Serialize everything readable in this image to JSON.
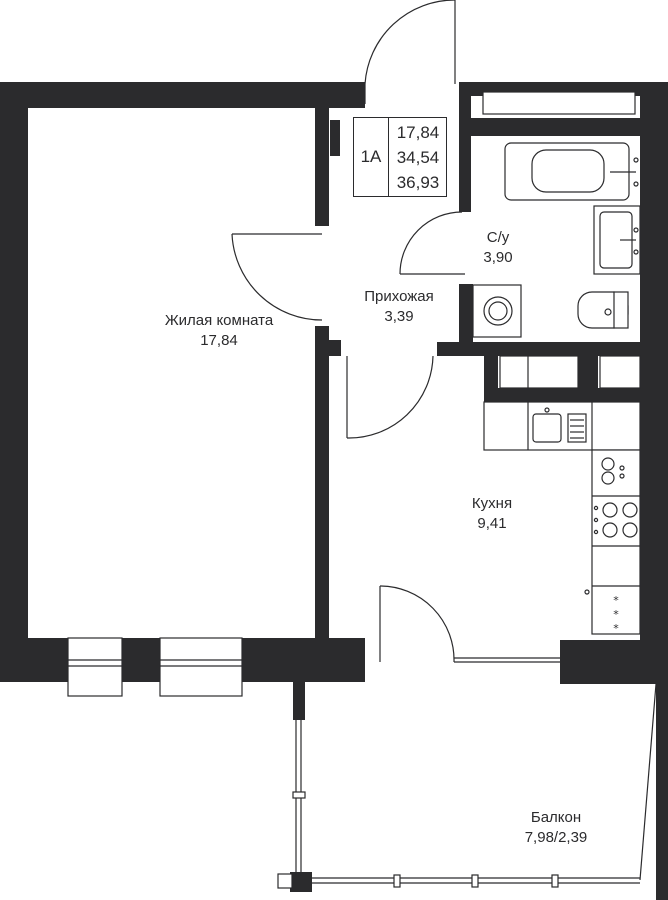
{
  "apartment": {
    "code": "1A",
    "areas": [
      "17,84",
      "34,54",
      "36,93"
    ]
  },
  "rooms": {
    "living": {
      "name": "Жилая комната",
      "area": "17,84"
    },
    "hall": {
      "name": "Прихожая",
      "area": "3,39"
    },
    "bathroom": {
      "name": "С/у",
      "area": "3,90"
    },
    "kitchen": {
      "name": "Кухня",
      "area": "9,41"
    },
    "balcony": {
      "name": "Балкон",
      "area": "7,98/2,39"
    }
  },
  "colors": {
    "wall": "#2b2b2d",
    "background": "#ffffff"
  }
}
